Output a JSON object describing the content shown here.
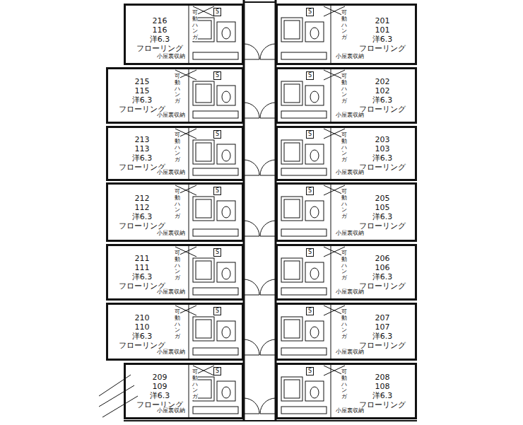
{
  "diagram": {
    "nodes": [
      {
        "text": [
          "216",
          "116",
          "洋6.3",
          "フローリング"
        ]
      },
      {
        "text": [
          "201",
          "101",
          "洋6.3",
          "フローリング"
        ]
      },
      {
        "text": [
          "215",
          "115",
          "洋6.3",
          "フローリング"
        ]
      },
      {
        "text": [
          "202",
          "102",
          "洋6.3",
          "フローリング"
        ]
      },
      {
        "text": [
          "213",
          "113",
          "洋6.3",
          "フローリング"
        ]
      },
      {
        "text": [
          "203",
          "103",
          "洋6.3",
          "フローリング"
        ]
      },
      {
        "text": [
          "212",
          "112",
          "洋6.3",
          "フローリング"
        ]
      },
      {
        "text": [
          "205",
          "105",
          "洋6.3",
          "フローリング"
        ]
      },
      {
        "text": [
          "211",
          "111",
          "洋6.3",
          "フローリング"
        ]
      },
      {
        "text": [
          "206",
          "106",
          "洋6.3",
          "フローリング"
        ]
      },
      {
        "text": [
          "210",
          "110",
          "洋6.3",
          "フローリング"
        ]
      },
      {
        "text": [
          "207",
          "107",
          "洋6.3",
          "フローリング"
        ]
      },
      {
        "text": [
          "209",
          "109",
          "洋6.3",
          "フローリング"
        ]
      },
      {
        "text": [
          "208",
          "108",
          "洋6.3",
          "フローリング"
        ]
      }
    ],
    "labels": [
      "小屋裏収納",
      "可動ハンガ",
      "S",
      "小屋裏収納",
      "可動ハンガ",
      "S",
      "小屋裏収納",
      "可動ハンガ",
      "S",
      "小屋裏収納",
      "可動ハンガ",
      "S",
      "小屋裏収納",
      "可動ハンガ",
      "S",
      "小屋裏収納",
      "可動ハンガ",
      "S",
      "小屋裏収納",
      "可動ハンガ",
      "S",
      "小屋裏収納",
      "可動ハンガ",
      "S",
      "小屋裏収納",
      "可動ハンガ",
      "S",
      "小屋裏収納",
      "可動ハンガ",
      "S",
      "小屋裏収納",
      "可動ハンガ",
      "S",
      "小屋裏収納",
      "可動ハンガ",
      "S",
      "小屋裏収納",
      "可動ハンガ",
      "S",
      "小屋裏収納",
      "可動ハンガ",
      "S"
    ]
  }
}
